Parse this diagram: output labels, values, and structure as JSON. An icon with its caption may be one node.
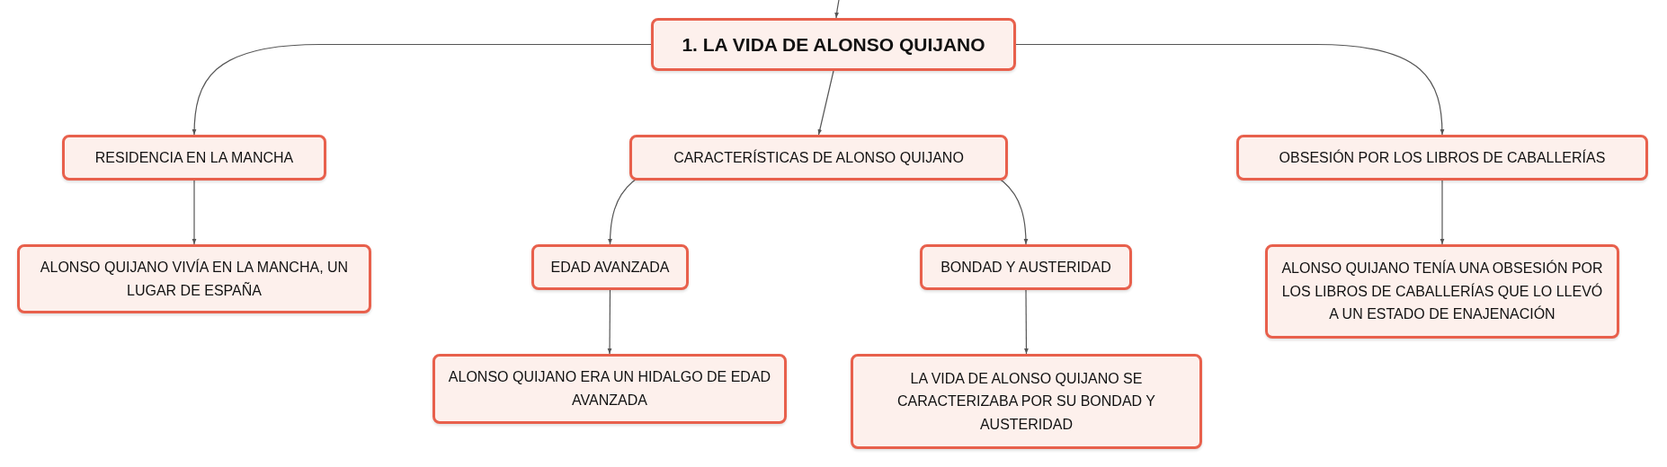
{
  "diagram": {
    "nodes": [
      {
        "text": [
          "1. LA VIDA DE ALONSO QUIJANO"
        ]
      },
      {
        "text": [
          "RESIDENCIA EN LA MANCHA"
        ]
      },
      {
        "text": [
          "CARACTERÍSTICAS DE ALONSO QUIJANO"
        ]
      },
      {
        "text": [
          "OBSESIÓN POR LOS LIBROS DE CABALLERÍAS"
        ]
      },
      {
        "text": [
          "ALONSO QUIJANO VIVÍA EN LA MANCHA, UN LUGAR DE ESPAÑA"
        ]
      },
      {
        "text": [
          "EDAD AVANZADA"
        ]
      },
      {
        "text": [
          "BONDAD Y AUSTERIDAD"
        ]
      },
      {
        "text": [
          "ALONSO QUIJANO TENÍA UNA OBSESIÓN POR LOS LIBROS DE CABALLERÍAS QUE LO LLEVÓ A UN ESTADO DE ENAJENACIÓN"
        ]
      },
      {
        "text": [
          "ALONSO QUIJANO ERA UN HIDALGO DE EDAD AVANZADA"
        ]
      },
      {
        "text": [
          "LA VIDA DE ALONSO QUIJANO SE CARACTERIZABA POR SU BONDAD Y AUSTERIDAD"
        ]
      }
    ],
    "edges": [
      {
        "from": null,
        "to": 0,
        "arrow": "to"
      },
      {
        "from": 0,
        "to": 1,
        "arrow": "to"
      },
      {
        "from": 0,
        "to": 2,
        "arrow": "to"
      },
      {
        "from": 0,
        "to": 3,
        "arrow": "to"
      },
      {
        "from": 1,
        "to": 4,
        "arrow": "to"
      },
      {
        "from": 2,
        "to": 5,
        "arrow": "to"
      },
      {
        "from": 2,
        "to": 6,
        "arrow": "to"
      },
      {
        "from": 3,
        "to": 7,
        "arrow": "to"
      },
      {
        "from": 5,
        "to": 8,
        "arrow": "to"
      },
      {
        "from": 6,
        "to": 9,
        "arrow": "to"
      }
    ]
  }
}
